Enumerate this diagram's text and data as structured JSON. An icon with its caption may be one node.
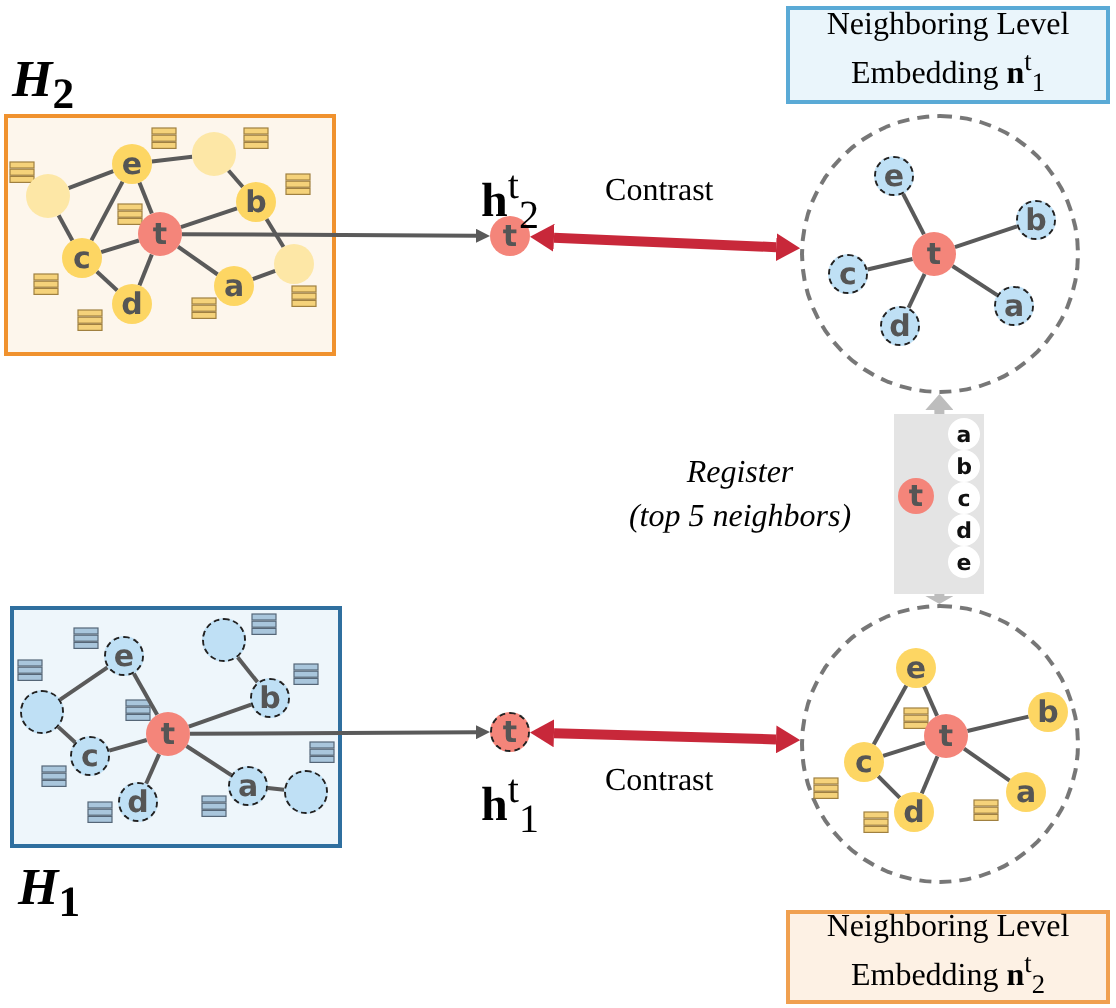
{
  "diagram": {
    "nodes": [
      {
        "text": [
          "*H*$_{2}$"
        ]
      },
      {
        "text": [
          "t"
        ],
        "in": 0
      },
      {
        "text": [
          "e"
        ],
        "in": 0
      },
      {
        "text": [
          "b"
        ],
        "in": 0
      },
      {
        "text": [
          "c"
        ],
        "in": 0
      },
      {
        "text": [
          "d"
        ],
        "in": 0
      },
      {
        "text": [
          "a"
        ],
        "in": 0
      },
      {
        "text": [],
        "shape": "circle",
        "in": 0
      },
      {
        "text": [],
        "shape": "circle",
        "in": 0
      },
      {
        "text": [],
        "shape": "circle",
        "in": 0
      },
      {
        "text": [
          "t"
        ],
        "beside": [
          "**h**$^{t}$$_{2}$"
        ]
      },
      {
        "text": [],
        "shape": "circle"
      },
      {
        "text": [
          "t"
        ],
        "in": 11
      },
      {
        "text": [
          "e"
        ],
        "in": 11
      },
      {
        "text": [
          "b"
        ],
        "in": 11
      },
      {
        "text": [
          "c"
        ],
        "in": 11
      },
      {
        "text": [
          "d"
        ],
        "in": 11
      },
      {
        "text": [
          "a"
        ],
        "in": 11
      },
      {
        "text": [
          "Neighboring Level Embedding **n**$^{t}$$_{1}$"
        ]
      },
      {
        "text": [],
        "shape": "box",
        "beside": [
          "*Register*",
          "(*top 5 neighbors*)"
        ]
      },
      {
        "text": [
          "t"
        ],
        "in": 19
      },
      {
        "text": [
          "a"
        ],
        "in": 19
      },
      {
        "text": [
          "b"
        ],
        "in": 19
      },
      {
        "text": [
          "c"
        ],
        "in": 19
      },
      {
        "text": [
          "d"
        ],
        "in": 19
      },
      {
        "text": [
          "e"
        ],
        "in": 19
      },
      {
        "text": [],
        "shape": "circle"
      },
      {
        "text": [
          "t"
        ],
        "in": 26
      },
      {
        "text": [
          "e"
        ],
        "in": 26
      },
      {
        "text": [
          "b"
        ],
        "in": 26
      },
      {
        "text": [
          "c"
        ],
        "in": 26
      },
      {
        "text": [
          "d"
        ],
        "in": 26
      },
      {
        "text": [
          "a"
        ],
        "in": 26
      },
      {
        "text": [
          "*H*$_{1}$"
        ]
      },
      {
        "text": [
          "t"
        ],
        "in": 33
      },
      {
        "text": [
          "e"
        ],
        "in": 33
      },
      {
        "text": [
          "b"
        ],
        "in": 33
      },
      {
        "text": [
          "c"
        ],
        "in": 33
      },
      {
        "text": [
          "d"
        ],
        "in": 33
      },
      {
        "text": [
          "a"
        ],
        "in": 33
      },
      {
        "text": [],
        "shape": "circle",
        "in": 33
      },
      {
        "text": [],
        "shape": "circle",
        "in": 33
      },
      {
        "text": [],
        "shape": "circle",
        "in": 33
      },
      {
        "text": [
          "t"
        ],
        "beside": [
          "**h**$^{t}$$_{1}$"
        ]
      },
      {
        "text": [
          "Neighboring Level Embedding **n**$^{t}$$_{2}$"
        ]
      }
    ],
    "edges": [
      {
        "from": 7,
        "to": 2,
        "arrow": "none"
      },
      {
        "from": 7,
        "to": 4,
        "arrow": "none"
      },
      {
        "from": 2,
        "to": 8,
        "arrow": "none"
      },
      {
        "from": 2,
        "to": 4,
        "arrow": "none"
      },
      {
        "from": 2,
        "to": 1,
        "arrow": "none"
      },
      {
        "from": 8,
        "to": 3,
        "arrow": "none"
      },
      {
        "from": 3,
        "to": 1,
        "arrow": "none"
      },
      {
        "from": 3,
        "to": 9,
        "arrow": "none"
      },
      {
        "from": 9,
        "to": 6,
        "arrow": "none"
      },
      {
        "from": 6,
        "to": 1,
        "arrow": "none"
      },
      {
        "from": 1,
        "to": 4,
        "arrow": "none"
      },
      {
        "from": 1,
        "to": 5,
        "arrow": "none"
      },
      {
        "from": 4,
        "to": 5,
        "arrow": "none"
      },
      {
        "from": 1,
        "to": 10,
        "arrow": "to"
      },
      {
        "from": 10,
        "to": 11,
        "arrow": "both",
        "label": "Contrast",
        "style": "thick",
        "color": "#c8283a"
      },
      {
        "from": 12,
        "to": 13,
        "arrow": "none"
      },
      {
        "from": 12,
        "to": 14,
        "arrow": "none"
      },
      {
        "from": 12,
        "to": 15,
        "arrow": "none"
      },
      {
        "from": 12,
        "to": 16,
        "arrow": "none"
      },
      {
        "from": 12,
        "to": 17,
        "arrow": "none"
      },
      {
        "from": 19,
        "to": 11,
        "arrow": "to",
        "style": "thick",
        "color": "#bdbdbd"
      },
      {
        "from": 19,
        "to": 26,
        "arrow": "to",
        "style": "thick",
        "color": "#bdbdbd"
      },
      {
        "from": 28,
        "to": 27,
        "arrow": "none"
      },
      {
        "from": 28,
        "to": 30,
        "arrow": "none"
      },
      {
        "from": 27,
        "to": 29,
        "arrow": "none"
      },
      {
        "from": 27,
        "to": 32,
        "arrow": "none"
      },
      {
        "from": 27,
        "to": 30,
        "arrow": "none"
      },
      {
        "from": 27,
        "to": 31,
        "arrow": "none"
      },
      {
        "from": 30,
        "to": 31,
        "arrow": "none"
      },
      {
        "from": 40,
        "to": 35,
        "arrow": "none"
      },
      {
        "from": 40,
        "to": 37,
        "arrow": "none"
      },
      {
        "from": 35,
        "to": 34,
        "arrow": "none"
      },
      {
        "from": 41,
        "to": 36,
        "arrow": "none"
      },
      {
        "from": 36,
        "to": 34,
        "arrow": "none"
      },
      {
        "from": 34,
        "to": 37,
        "arrow": "none"
      },
      {
        "from": 34,
        "to": 38,
        "arrow": "none"
      },
      {
        "from": 34,
        "to": 39,
        "arrow": "none"
      },
      {
        "from": 39,
        "to": 42,
        "arrow": "none"
      },
      {
        "from": 34,
        "to": 43,
        "arrow": "to"
      },
      {
        "from": 43,
        "to": 26,
        "arrow": "both",
        "label": "Contrast",
        "style": "thick",
        "color": "#c8283a"
      }
    ]
  }
}
